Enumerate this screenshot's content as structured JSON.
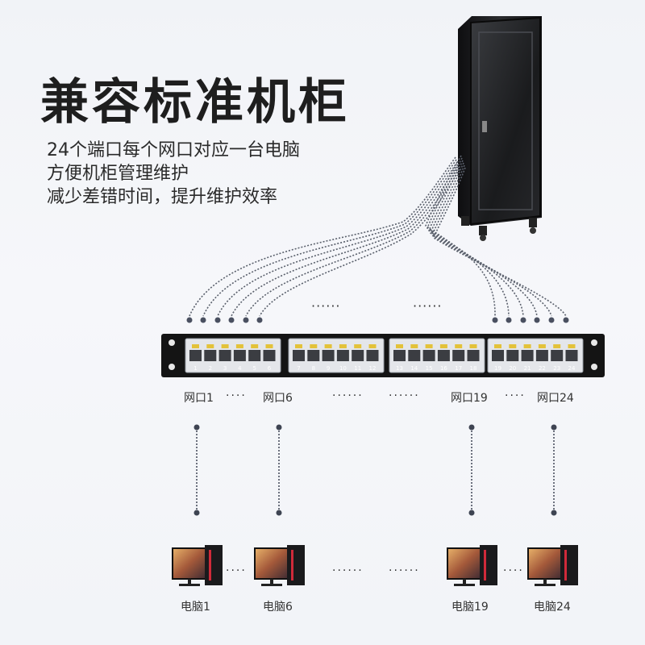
{
  "title": "兼容标准机柜",
  "description": [
    "24个端口每个网口对应一台电脑",
    "方便机柜管理维护",
    "减少差错时间，提升维护效率"
  ],
  "ellipsis": "······",
  "panel": {
    "port_numbers": [
      "1",
      "2",
      "3",
      "4",
      "5",
      "6",
      "7",
      "8",
      "9",
      "10",
      "11",
      "12",
      "13",
      "14",
      "15",
      "16",
      "17",
      "18",
      "19",
      "20",
      "21",
      "22",
      "23",
      "24"
    ]
  },
  "port_labels": {
    "p1": "网口1",
    "p6": "网口6",
    "p19": "网口19",
    "p24": "网口24",
    "dots": "····",
    "dots_long": "······"
  },
  "computers": {
    "pc1": "电脑1",
    "pc6": "电脑6",
    "pc19": "电脑19",
    "pc24": "电脑24",
    "dots": "····",
    "dots_long": "······"
  },
  "colors": {
    "cabinet": "#1c1c1e",
    "panel": "#151515",
    "port_yellow": "#e3c23a",
    "wire": "#555a66"
  }
}
